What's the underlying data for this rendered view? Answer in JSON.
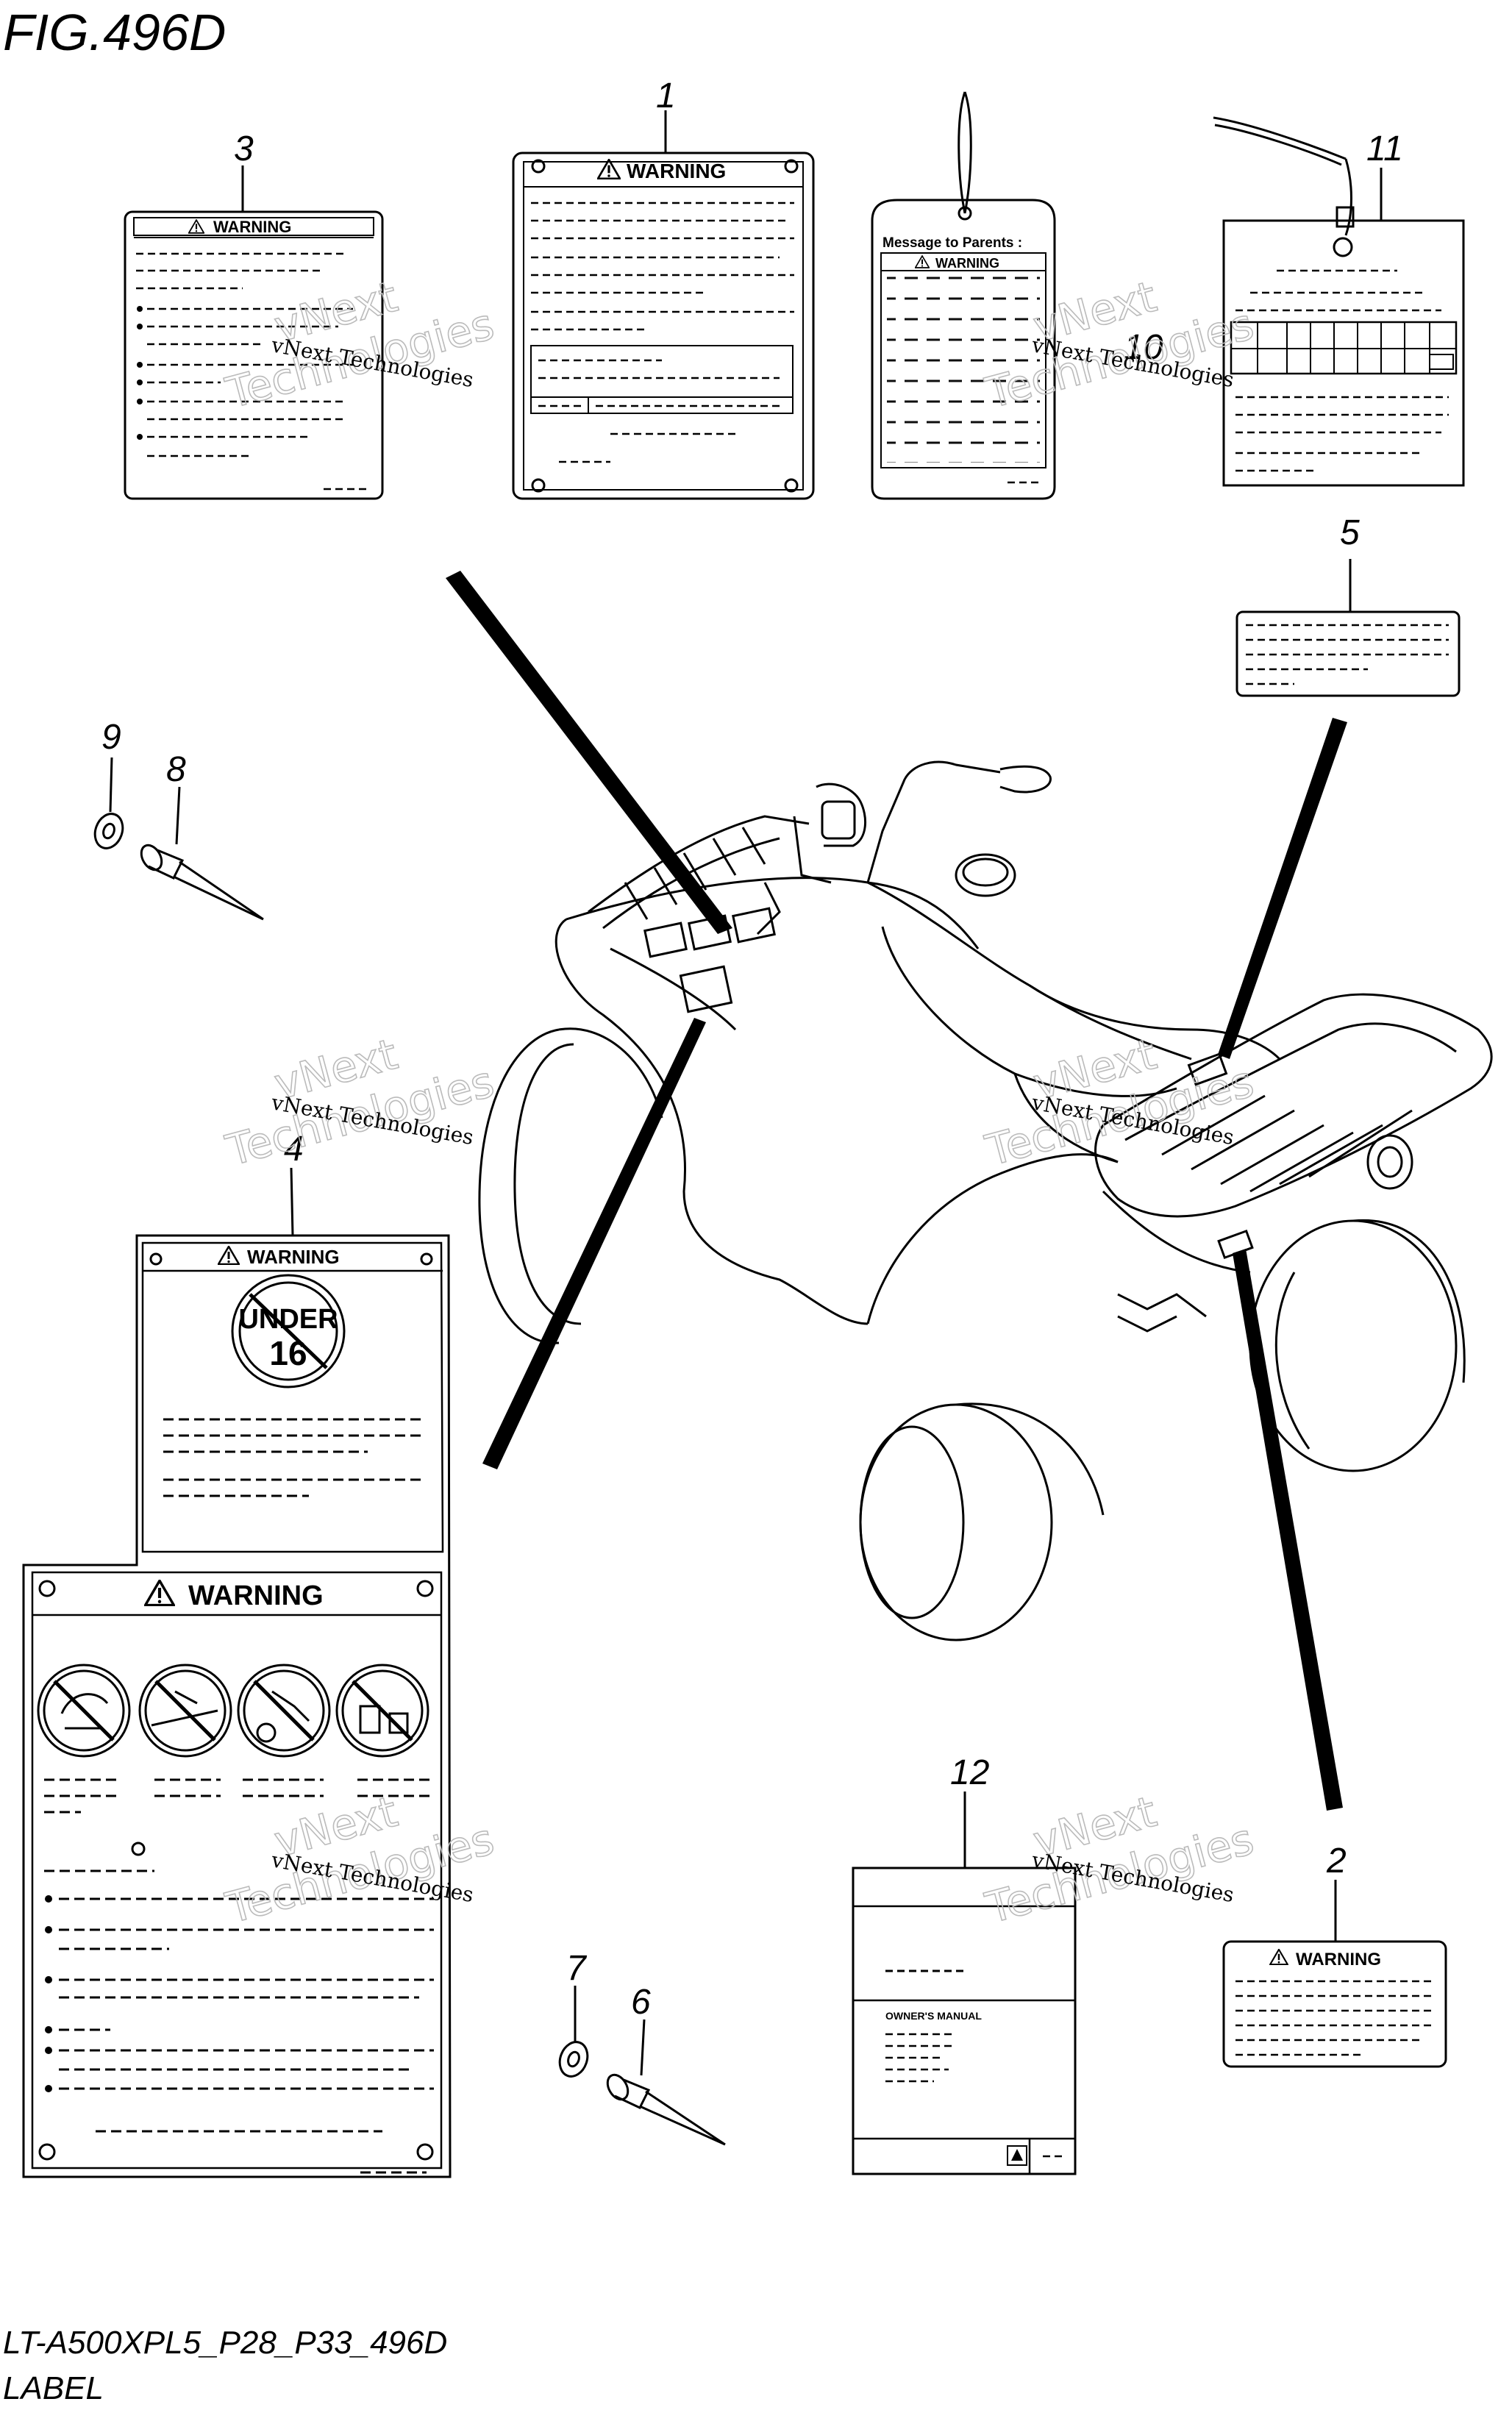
{
  "figure": {
    "title": "FIG.496D",
    "model_code": "LT-A500XPL5_P28_P33_496D",
    "caption": "LABEL"
  },
  "callouts": [
    "1",
    "2",
    "3",
    "4",
    "5",
    "6",
    "7",
    "8",
    "9",
    "10",
    "11",
    "12"
  ],
  "labels": {
    "warning": "WARNING",
    "under_line1": "UNDER",
    "under_line2": "16",
    "message_to_parents": "Message to Parents :",
    "owners_manual": "OWNER'S MANUAL"
  },
  "watermark": {
    "small_text": "vNext Technologies",
    "big_line1": "vNext",
    "big_line2": "Technologies"
  },
  "colors": {
    "ink": "#000000",
    "paper": "#ffffff",
    "watermark": "#bbbbbb"
  }
}
